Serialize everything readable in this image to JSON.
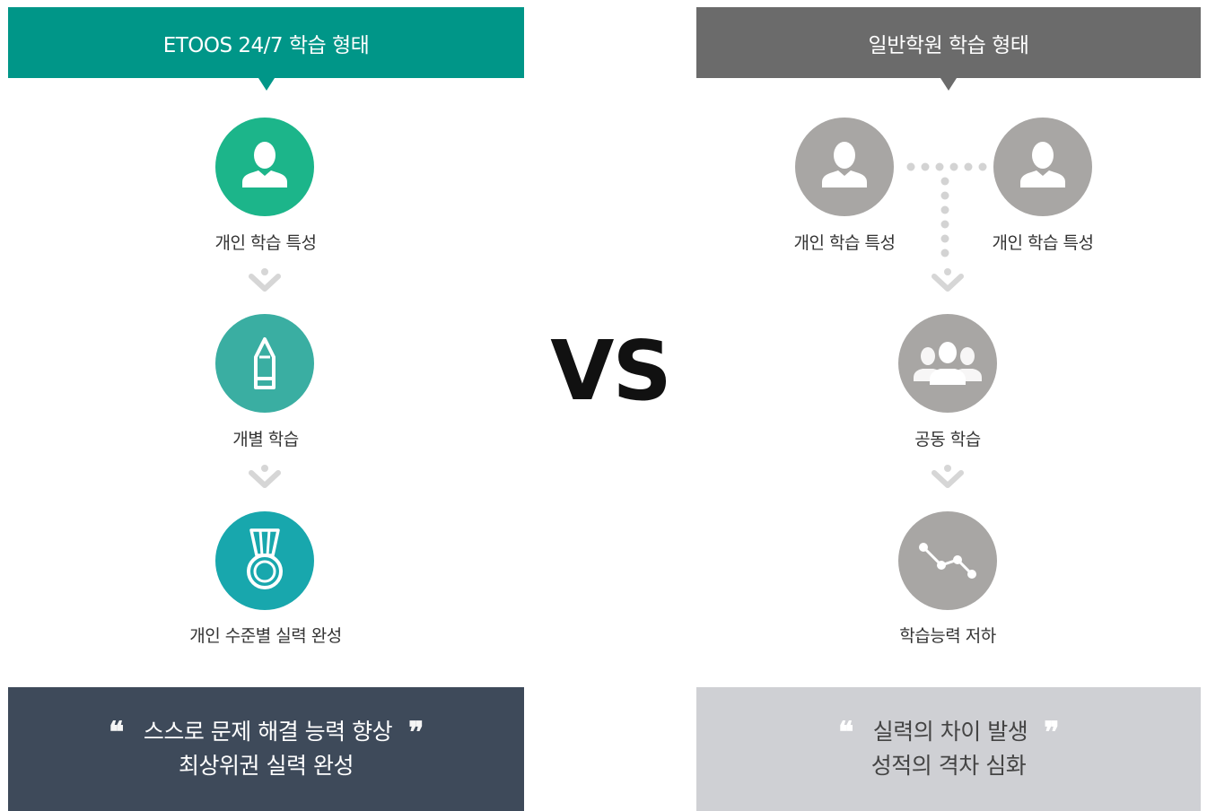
{
  "left": {
    "header": "ETOOS 24/7 학습 형태",
    "steps": [
      "개인 학습 특성",
      "개별 학습",
      "개인 수준별 실력 완성"
    ],
    "quote_line1": "스스로 문제 해결 능력 향상",
    "quote_line2": "최상위권 실력 완성"
  },
  "right": {
    "header": "일반학원 학습 형태",
    "top_labels": [
      "개인 학습 특성",
      "개인 학습 특성"
    ],
    "steps": [
      "공동 학습",
      "학습능력 저하"
    ],
    "quote_line1": "실력의 차이 발생",
    "quote_line2": "성적의 격차 심화"
  },
  "vs": "VS",
  "quote_open": "❝",
  "quote_close": "❞",
  "colors": {
    "left_header": "#009688",
    "right_header": "#6b6b6b",
    "circle_1": "#1cb58a",
    "circle_2": "#3aaea2",
    "circle_3": "#18a7ad",
    "gray_circle": "#a8a6a4",
    "left_footer": "#3e4a5a",
    "right_footer": "#cfd0d4"
  },
  "icons": {
    "left": [
      "person-icon",
      "pencil-icon",
      "medal-icon"
    ],
    "right": [
      "person-icon",
      "person-icon",
      "group-icon",
      "line-chart-down-icon"
    ]
  }
}
